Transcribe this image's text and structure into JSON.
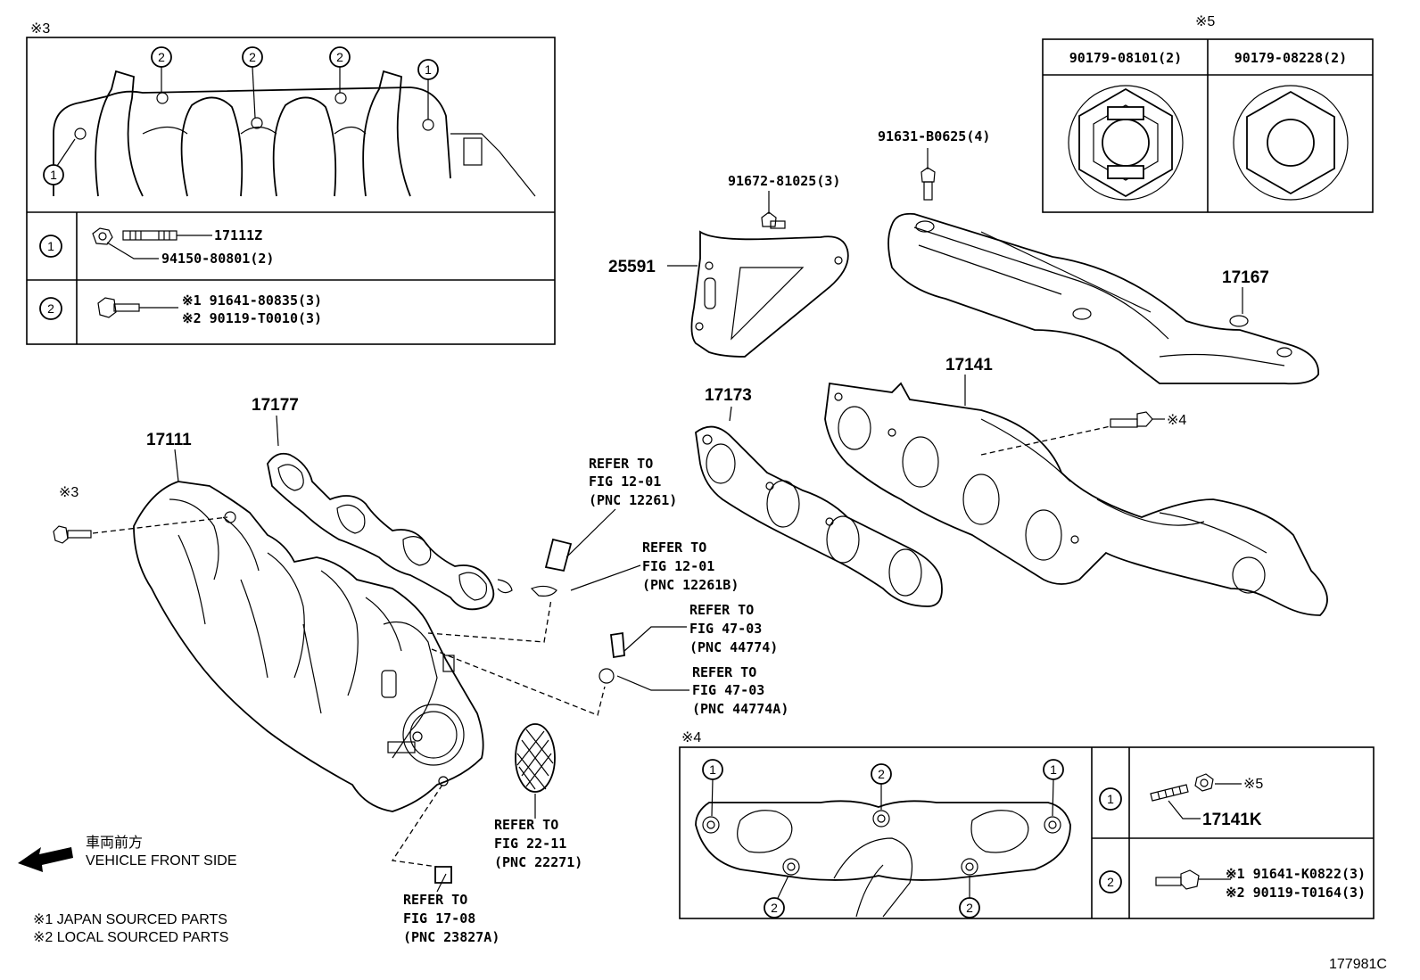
{
  "inset3": {
    "mark": "※3",
    "row1": {
      "circle": "1",
      "part": "17111Z",
      "nut": "94150-80801(2)"
    },
    "row2": {
      "circle": "2",
      "line1": "※1 91641-80835(3)",
      "line2": "※2 90119-T0010(3)"
    },
    "callouts": [
      "2",
      "2",
      "2",
      "1",
      "1"
    ]
  },
  "inset5": {
    "mark": "※5",
    "col1": "90179-08101(2)",
    "col2": "90179-08228(2)"
  },
  "inset4": {
    "mark": "※4",
    "row1": {
      "circle": "1",
      "part": "17141K",
      "ref": "※5"
    },
    "row2": {
      "circle": "2",
      "line1": "※1 91641-K0822(3)",
      "line2": "※2 90119-T0164(3)"
    },
    "callouts": [
      "1",
      "2",
      "1",
      "2",
      "2"
    ]
  },
  "labels": {
    "bolt_top": "91631-B0625(4)",
    "bolt_bracket": "91672-81025(3)",
    "bracket": "25591",
    "heat_insulator": "17167",
    "exhaust_manifold": "17141",
    "exhaust_gasket": "17173",
    "intake_manifold": "17111",
    "intake_gasket": "17177",
    "mark3": "※3",
    "mark4": "※4"
  },
  "refs": [
    {
      "l1": "REFER TO",
      "l2": "FIG 12-01",
      "l3": "(PNC 12261)"
    },
    {
      "l1": "REFER TO",
      "l2": "FIG 12-01",
      "l3": "(PNC 12261B)"
    },
    {
      "l1": "REFER TO",
      "l2": "FIG 47-03",
      "l3": "(PNC 44774)"
    },
    {
      "l1": "REFER TO",
      "l2": "FIG 47-03",
      "l3": "(PNC 44774A)"
    },
    {
      "l1": "REFER TO",
      "l2": "FIG 22-11",
      "l3": "(PNC 22271)"
    },
    {
      "l1": "REFER TO",
      "l2": "FIG 17-08",
      "l3": "(PNC 23827A)"
    }
  ],
  "front": {
    "jp": "車両前方",
    "en": "VEHICLE FRONT SIDE"
  },
  "notes": {
    "n1": "※1 JAPAN SOURCED PARTS",
    "n2": "※2 LOCAL SOURCED PARTS"
  },
  "figure_id": "177981C"
}
